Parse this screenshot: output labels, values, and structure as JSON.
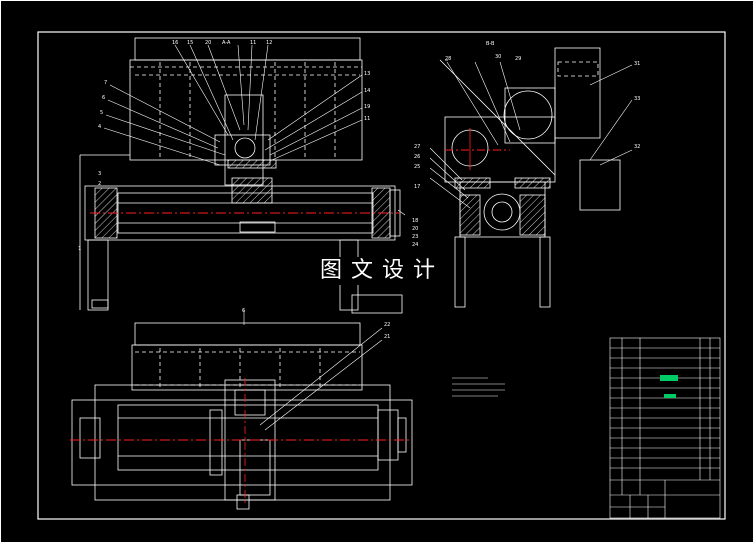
{
  "watermark": "图文设计",
  "colors": {
    "background": "#000000",
    "lines": "#ffffff",
    "hidden": "#ffffff",
    "centerline": "#ff2020",
    "hatch": "#ffffff",
    "accent_green": "#00cc66"
  },
  "balloons": {
    "front_top": [
      "16",
      "15",
      "20",
      "A-A",
      "11",
      "12"
    ],
    "front_left": [
      "7",
      "6",
      "5",
      "4",
      "3",
      "2",
      "1"
    ],
    "front_right": [
      "13",
      "14",
      "19",
      "11"
    ],
    "front_bottom_right": [
      "18",
      "20",
      "23",
      "24"
    ],
    "side_top": [
      "28",
      "B-B",
      "30",
      "29"
    ],
    "side_left": [
      "27",
      "26",
      "25",
      "17"
    ],
    "side_right": [
      "31",
      "33",
      "32"
    ],
    "plan_view": [
      "22",
      "21",
      "6"
    ]
  }
}
